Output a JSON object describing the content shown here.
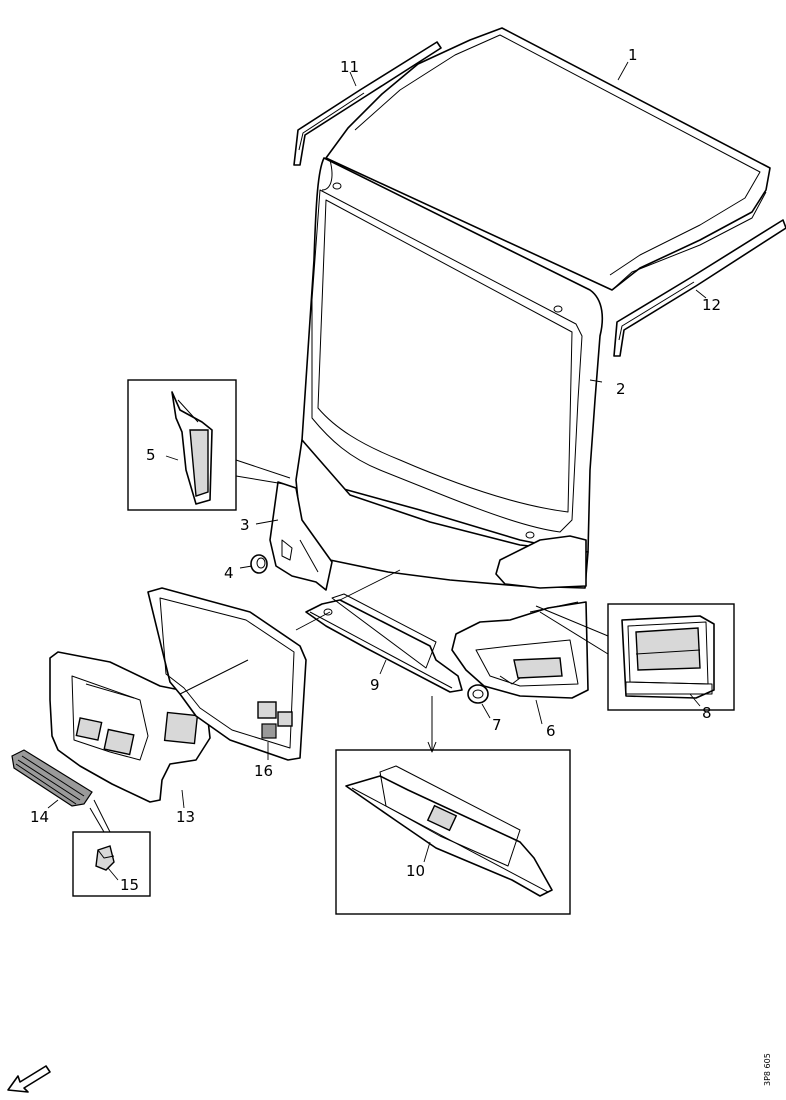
{
  "callouts": {
    "c1": "1",
    "c2": "2",
    "c3": "3",
    "c4": "4",
    "c5": "5",
    "c6": "6",
    "c7": "7",
    "c8": "8",
    "c9": "9",
    "c10": "10",
    "c11": "11",
    "c12": "12",
    "c13": "13",
    "c14": "14",
    "c15": "15",
    "c16": "16"
  },
  "reference_number": "3P8 605"
}
